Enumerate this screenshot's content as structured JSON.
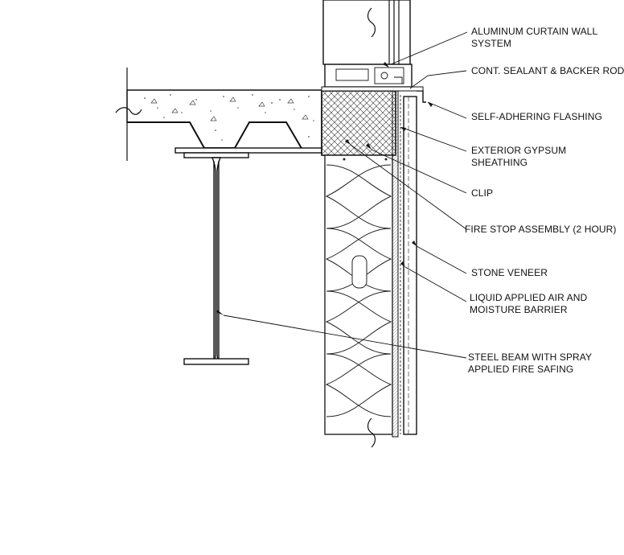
{
  "diagram": {
    "labels": {
      "curtain_wall": [
        "ALUMINUM CURTAIN WALL",
        "SYSTEM"
      ],
      "sealant": [
        "CONT. SEALANT & BACKER ROD"
      ],
      "flashing": [
        "SELF-ADHERING FLASHING"
      ],
      "sheathing": [
        "EXTERIOR GYPSUM",
        "SHEATHING"
      ],
      "clip": [
        "CLIP"
      ],
      "fire_stop": [
        "FIRE STOP ASSEMBLY (2 HOUR)"
      ],
      "stone_veneer": [
        "STONE VENEER"
      ],
      "air_barrier": [
        "LIQUID APPLIED AIR AND",
        "MOISTURE BARRIER"
      ],
      "steel_beam": [
        "STEEL BEAM WITH SPRAY",
        "APPLIED FIRE SAFING"
      ]
    }
  }
}
